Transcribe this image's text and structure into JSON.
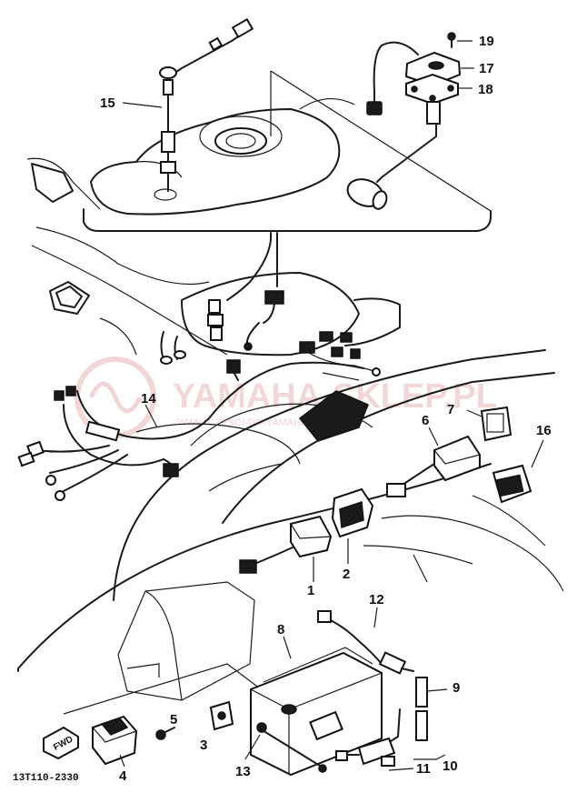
{
  "diagram_code": "13T110-2330",
  "fwd_label": "FWD",
  "watermark": {
    "title": "YAMAHA-SKLEP.PL",
    "subtitle": "WWW.CZESCI-DO-YAMAHA-SKLEP.PL"
  },
  "parts": [
    {
      "id": "p1",
      "label": "1"
    },
    {
      "id": "p2",
      "label": "2"
    },
    {
      "id": "p3",
      "label": "3"
    },
    {
      "id": "p4",
      "label": "4"
    },
    {
      "id": "p5",
      "label": "5"
    },
    {
      "id": "p6",
      "label": "6"
    },
    {
      "id": "p7",
      "label": "7"
    },
    {
      "id": "p8",
      "label": "8"
    },
    {
      "id": "p9",
      "label": "9"
    },
    {
      "id": "p10",
      "label": "10"
    },
    {
      "id": "p11",
      "label": "11"
    },
    {
      "id": "p12",
      "label": "12"
    },
    {
      "id": "p13",
      "label": "13"
    },
    {
      "id": "p14",
      "label": "14"
    },
    {
      "id": "p15",
      "label": "15"
    },
    {
      "id": "p16",
      "label": "16"
    },
    {
      "id": "p17",
      "label": "17"
    },
    {
      "id": "p18",
      "label": "18"
    },
    {
      "id": "p19",
      "label": "19"
    }
  ]
}
